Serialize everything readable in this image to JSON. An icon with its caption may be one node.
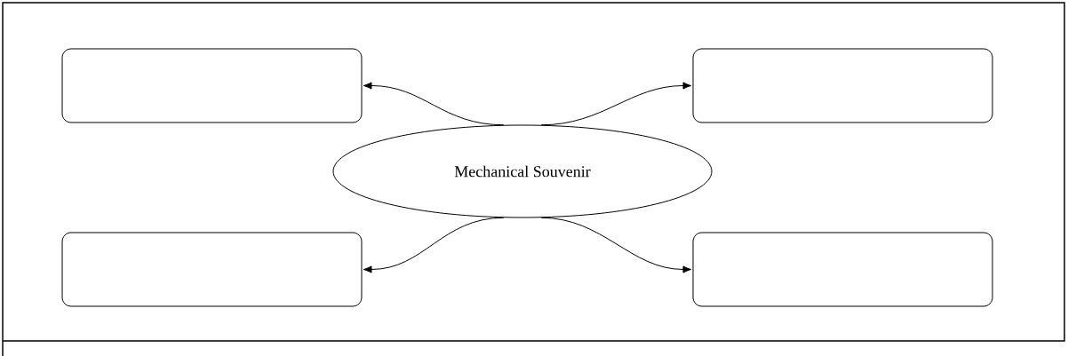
{
  "diagram": {
    "nodes": [
      {
        "text": [],
        "shape": "box"
      },
      {
        "text": [],
        "shape": "box"
      },
      {
        "text": [
          "Mechanical Souvenir"
        ]
      },
      {
        "text": [],
        "shape": "box"
      },
      {
        "text": [],
        "shape": "box"
      }
    ],
    "edges": [
      {
        "from": 2,
        "to": 0,
        "arrow": "to"
      },
      {
        "from": 2,
        "to": 1,
        "arrow": "to"
      },
      {
        "from": 2,
        "to": 3,
        "arrow": "to"
      },
      {
        "from": 2,
        "to": 4,
        "arrow": "to"
      }
    ]
  }
}
